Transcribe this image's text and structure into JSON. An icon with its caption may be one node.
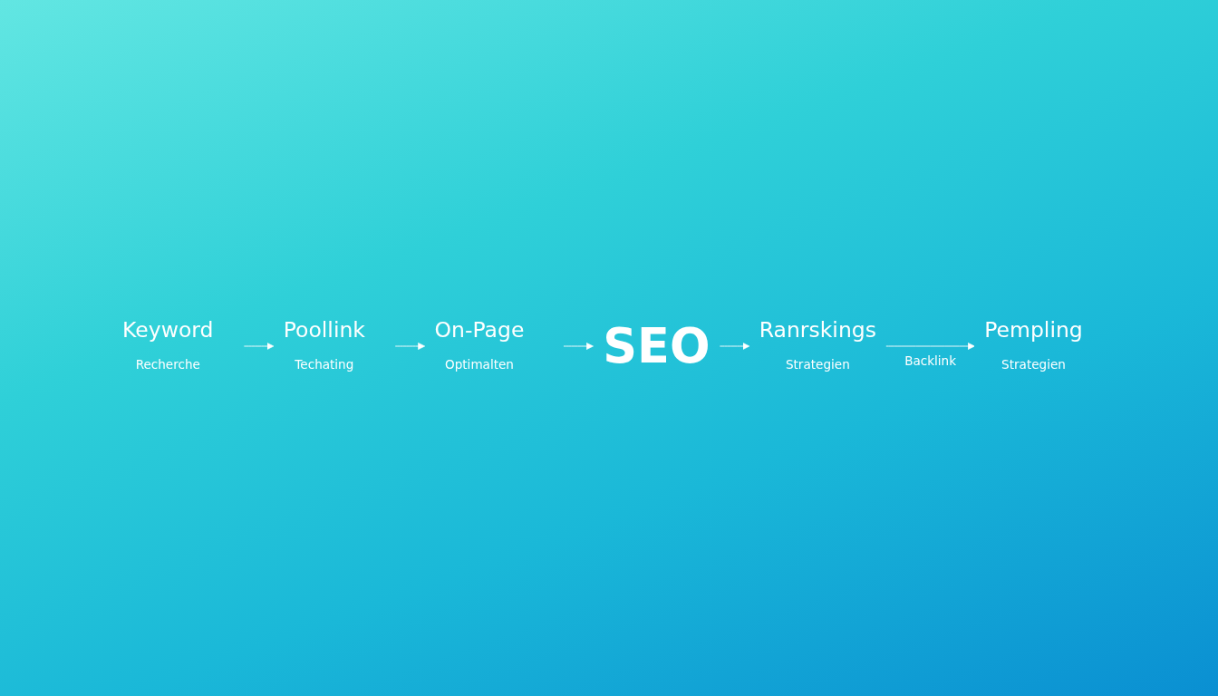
{
  "diagram": {
    "nodes": [
      {
        "text": [
          "Keyword",
          "Recherche"
        ]
      },
      {
        "text": [
          "Poollink",
          "Techating"
        ]
      },
      {
        "text": [
          "On-Page",
          "Optimalten"
        ]
      },
      {
        "text": [
          "SEO"
        ]
      },
      {
        "text": [
          "Ranrskings",
          "Strategien"
        ]
      },
      {
        "text": [
          "Pempling",
          "Strategien"
        ]
      }
    ],
    "edges": [
      {
        "from": 0,
        "to": 1,
        "arrow": "to"
      },
      {
        "from": 1,
        "to": 2,
        "arrow": "to"
      },
      {
        "from": 2,
        "to": 3,
        "arrow": "to"
      },
      {
        "from": 3,
        "to": 4,
        "arrow": "to"
      },
      {
        "from": 4,
        "to": 5,
        "arrow": "to"
      }
    ],
    "labels": [
      "Backlink"
    ]
  }
}
